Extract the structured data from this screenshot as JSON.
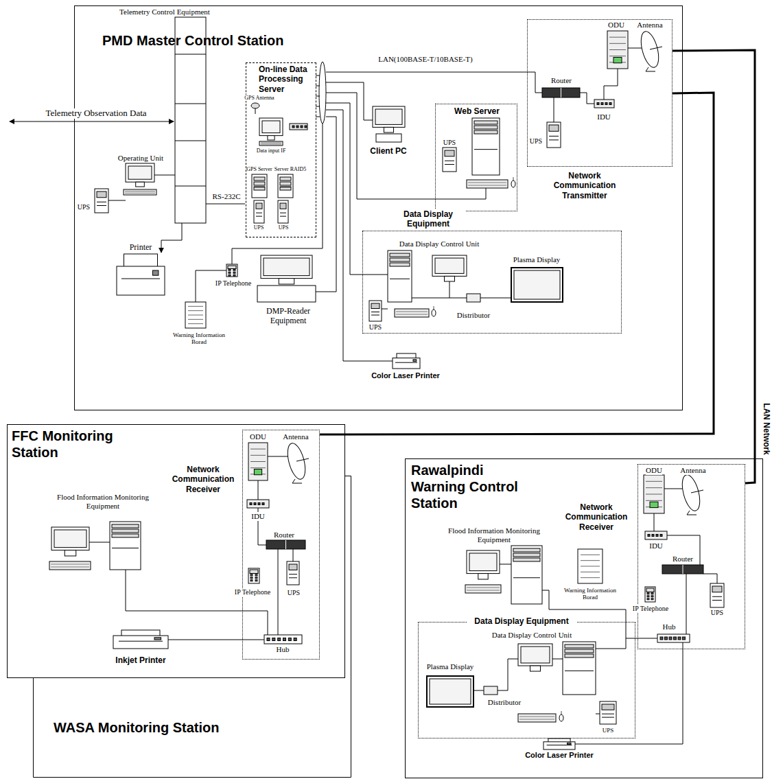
{
  "diagram": {
    "nodes": [
      {
        "text": [
          "PMD Master Control Station"
        ]
      },
      {
        "text": [
          "On-line Data Processing Server"
        ],
        "in": 0
      },
      {
        "text": [
          "Web Server"
        ],
        "in": 0
      },
      {
        "text": [
          "Network Communication Transmitter"
        ],
        "in": 0
      },
      {
        "text": [
          "Data Display Equipment"
        ],
        "in": 0
      },
      {
        "text": [
          "FFC Monitoring Station"
        ]
      },
      {
        "text": [
          "Network Communication Receiver"
        ],
        "in": 5
      },
      {
        "text": [
          "WASA Monitoring Station"
        ]
      },
      {
        "text": [
          "Rawalpindi Warning Control Station"
        ]
      },
      {
        "text": [
          "Network Communication Receiver"
        ],
        "in": 8
      },
      {
        "text": [
          "Data Display Equipment"
        ],
        "in": 8
      }
    ],
    "edges": [
      {
        "from": 3,
        "to": 6,
        "arrow": "none"
      },
      {
        "from": 3,
        "to": 9,
        "arrow": "none"
      }
    ],
    "labels": [
      "Telemetry Control Equipment",
      "Telemetry Observation Data",
      "GPS Antenna",
      "Operating Unit",
      "UPS",
      "RS-232C",
      "Data input IF",
      "GPS Server",
      "Server RAID5",
      "UPS",
      "UPS",
      "Printer",
      "IP Telephone",
      "Warning Information Borad",
      "DMP-Reader Equipment",
      "LAN(100BASE-T/10BASE-T)",
      "Client PC",
      "UPS",
      "Router",
      "ODU",
      "Antenna",
      "IDU",
      "UPS",
      "Data Display Control Unit",
      "Plasma Display",
      "Distributor",
      "UPS",
      "Color Laser Printer",
      "ODU",
      "Antenna",
      "Flood Information Monitoring Equipment",
      "IDU",
      "Router",
      "IP Telephone",
      "UPS",
      "Hub",
      "Inkjet Printer",
      "ODU",
      "Antenna",
      "Flood Information Monitoring Equipment",
      "Warning Information Borad",
      "IDU",
      "Router",
      "IP Telephone",
      "Hub",
      "UPS",
      "Data Display Control Unit",
      "Plasma Display",
      "Distributor",
      "UPS",
      "Color Laser Printer",
      "LAN Network"
    ]
  }
}
